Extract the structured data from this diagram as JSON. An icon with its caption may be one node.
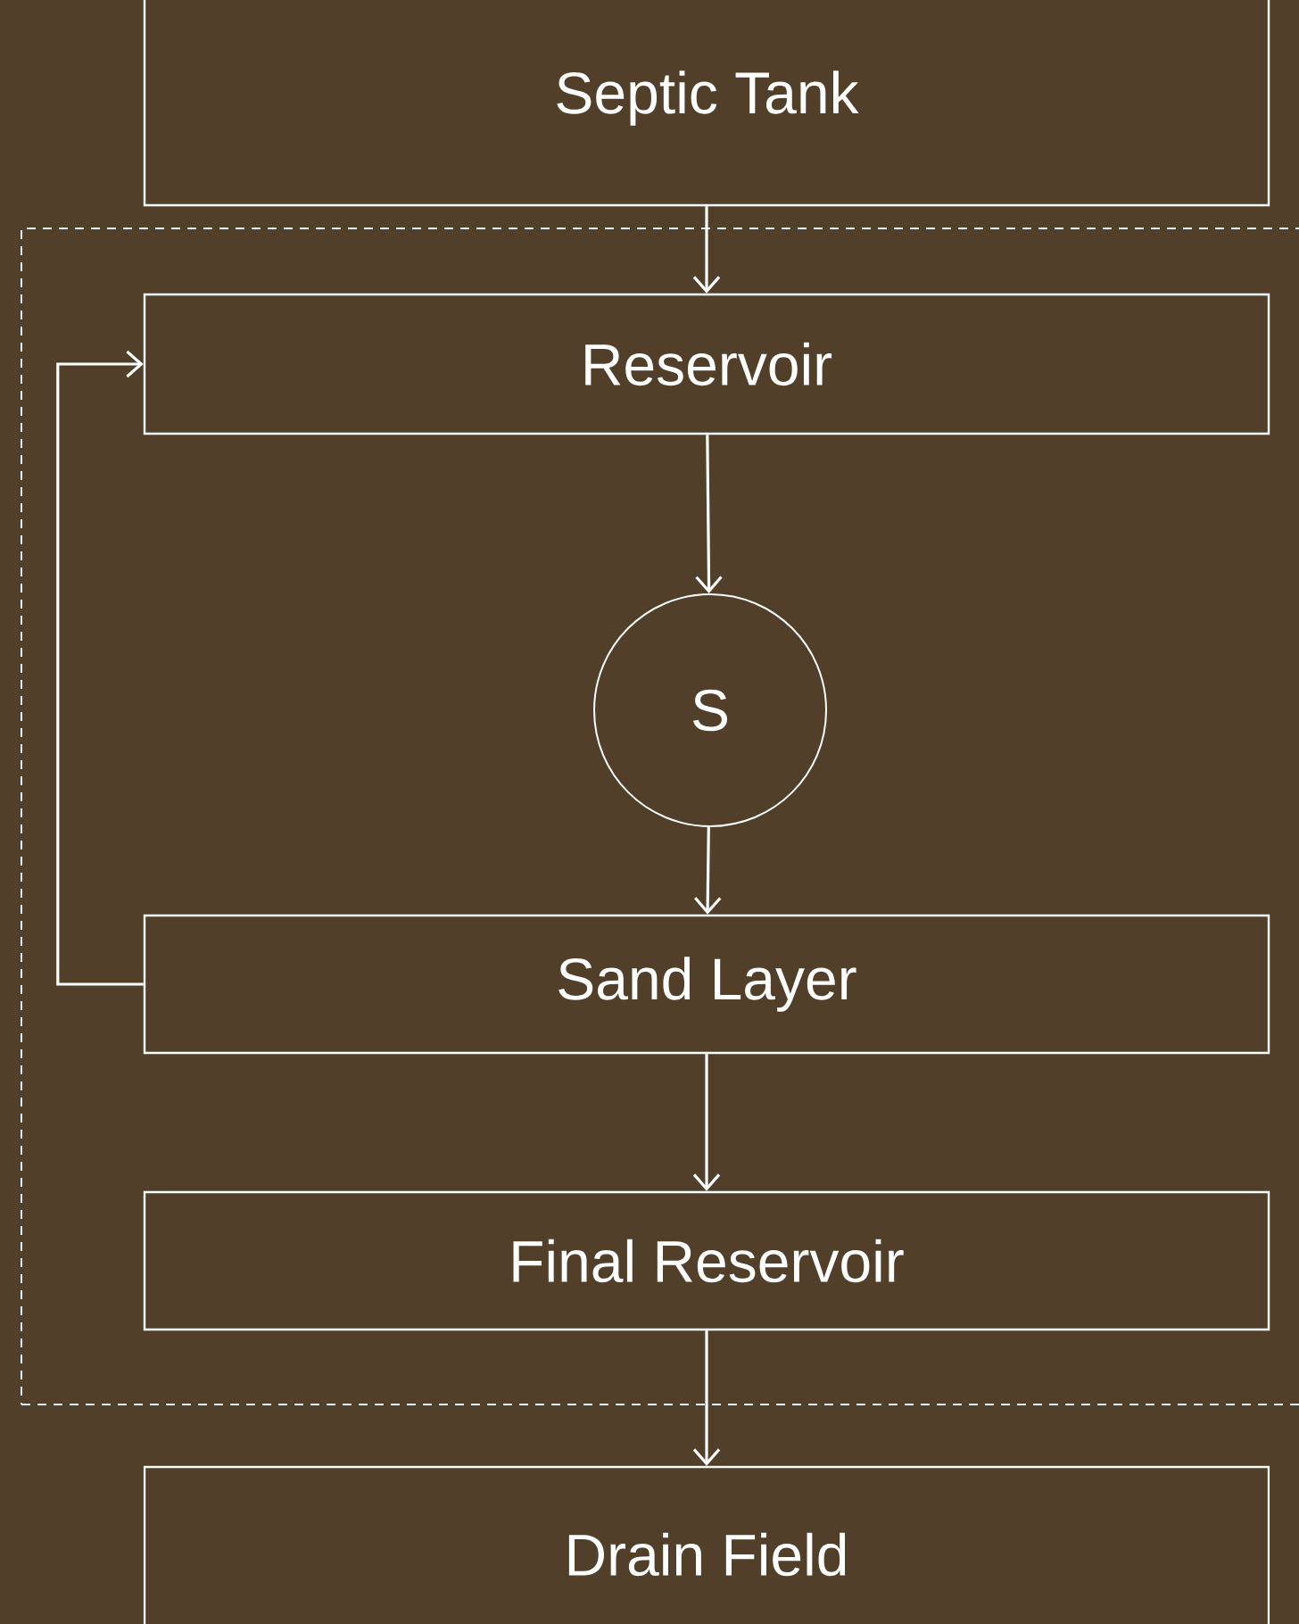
{
  "diagram": {
    "nodes": [
      {
        "text": [
          "Septic Tank"
        ]
      },
      {
        "text": [],
        "shape": "box"
      },
      {
        "text": [
          "Reservoir"
        ],
        "in": 1
      },
      {
        "text": [
          "S"
        ],
        "in": 1
      },
      {
        "text": [
          "Sand Layer"
        ],
        "in": 1
      },
      {
        "text": [
          "Final Reservoir"
        ],
        "in": 1
      },
      {
        "text": [
          "Drain Field"
        ]
      }
    ],
    "edges": [
      {
        "from": 0,
        "to": 2,
        "arrow": "to"
      },
      {
        "from": 2,
        "to": 3,
        "arrow": "to"
      },
      {
        "from": 3,
        "to": 4,
        "arrow": "to"
      },
      {
        "from": 4,
        "to": 2,
        "arrow": "to"
      },
      {
        "from": 4,
        "to": 5,
        "arrow": "to"
      },
      {
        "from": 5,
        "to": 6,
        "arrow": "to"
      }
    ]
  }
}
